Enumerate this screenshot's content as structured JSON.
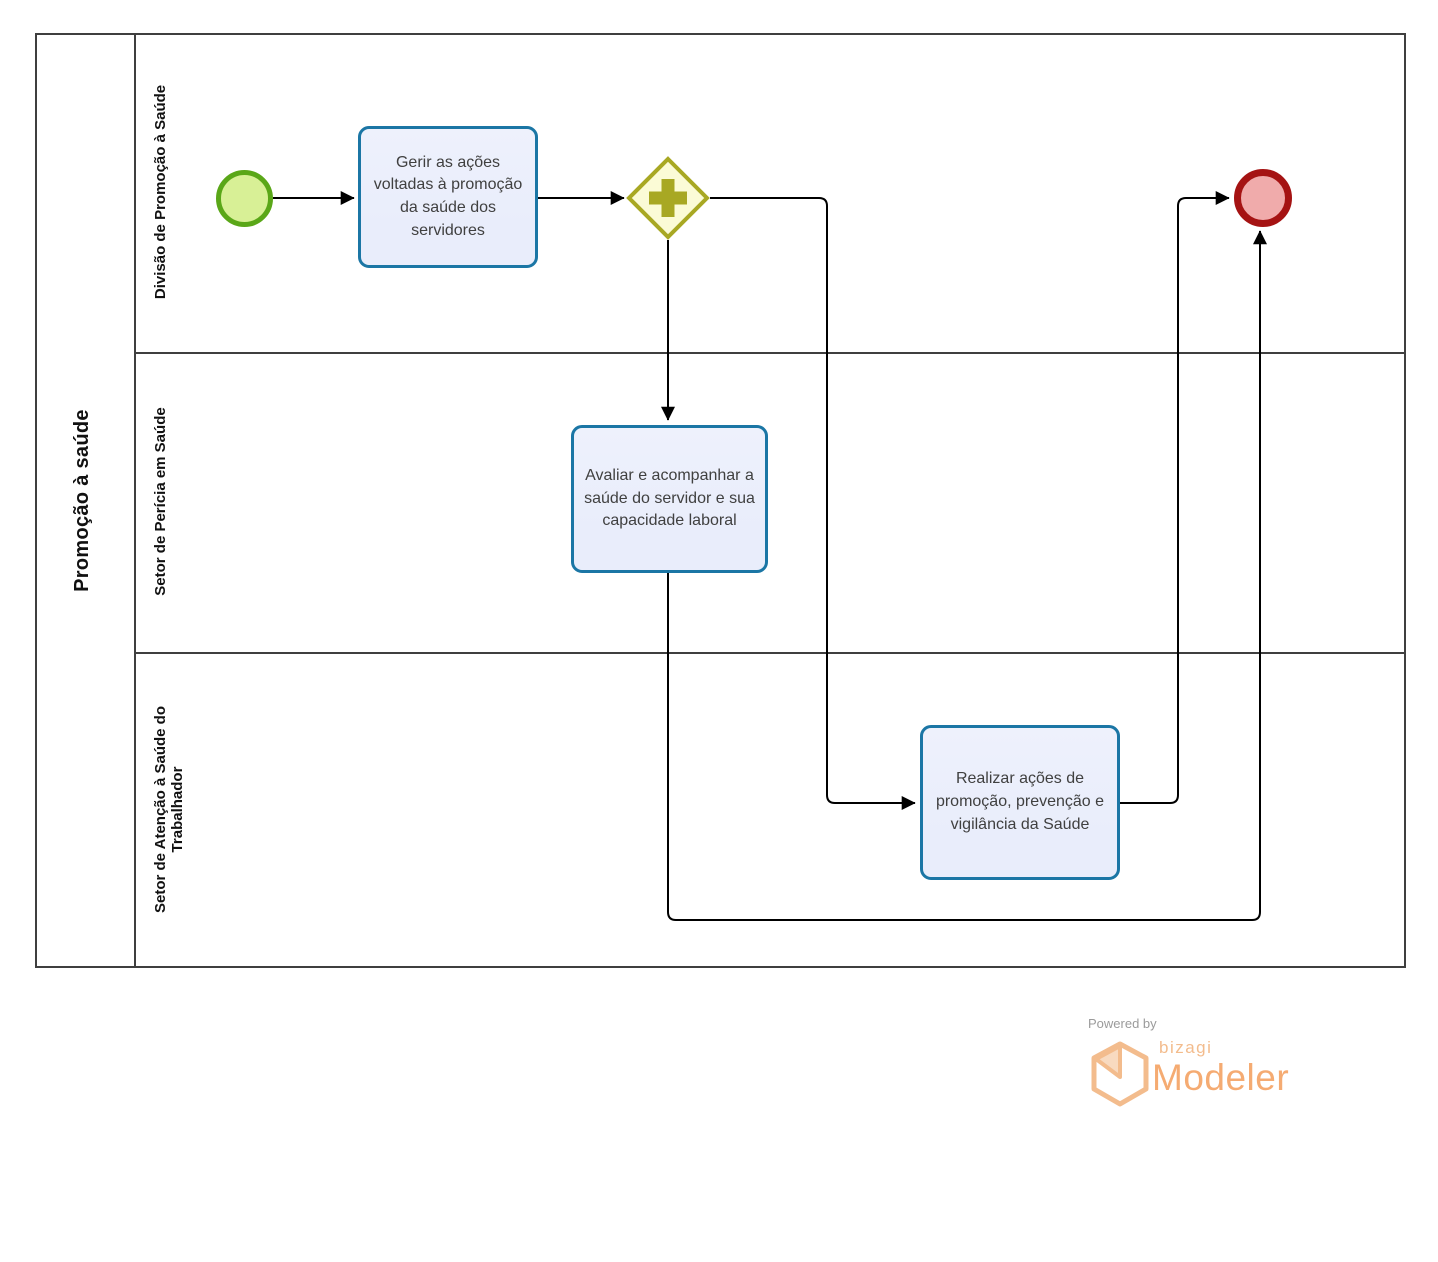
{
  "pool": {
    "title": "Promoção à saúde",
    "lanes": [
      {
        "label": "Divisão de Promoção à Saúde"
      },
      {
        "label": "Setor de Perícia em Saúde"
      },
      {
        "label": "Setor de Atenção à Saúde do Trabalhador"
      }
    ]
  },
  "nodes": {
    "start_event": {
      "type": "start-event"
    },
    "task_gerir": {
      "label": "Gerir as ações voltadas à promoção da saúde dos servidores"
    },
    "parallel_gateway": {
      "type": "parallel-gateway",
      "icon": "plus-icon"
    },
    "task_avaliar": {
      "label": "Avaliar e acompanhar a saúde do servidor e sua capacidade laboral"
    },
    "task_realizar": {
      "label": "Realizar ações de promoção, prevenção e vigilância da Saúde"
    },
    "end_event": {
      "type": "end-event"
    }
  },
  "footer": {
    "powered_by": "Powered by",
    "brand": "bizagi",
    "product": "Modeler"
  },
  "colors": {
    "task_border": "#1b76a5",
    "task_fill": "#e9edfb",
    "start_border": "#5aa718",
    "start_fill": "#d8f096",
    "end_border": "#a51313",
    "end_fill": "#f0abab",
    "gateway_border": "#a8a823",
    "gateway_fill": "#fbfbd6",
    "connector": "#000000",
    "logo_orange": "#f3bc8d",
    "logo_orange_strong": "#f5ab72",
    "powered_gray": "#9b9b9b"
  }
}
